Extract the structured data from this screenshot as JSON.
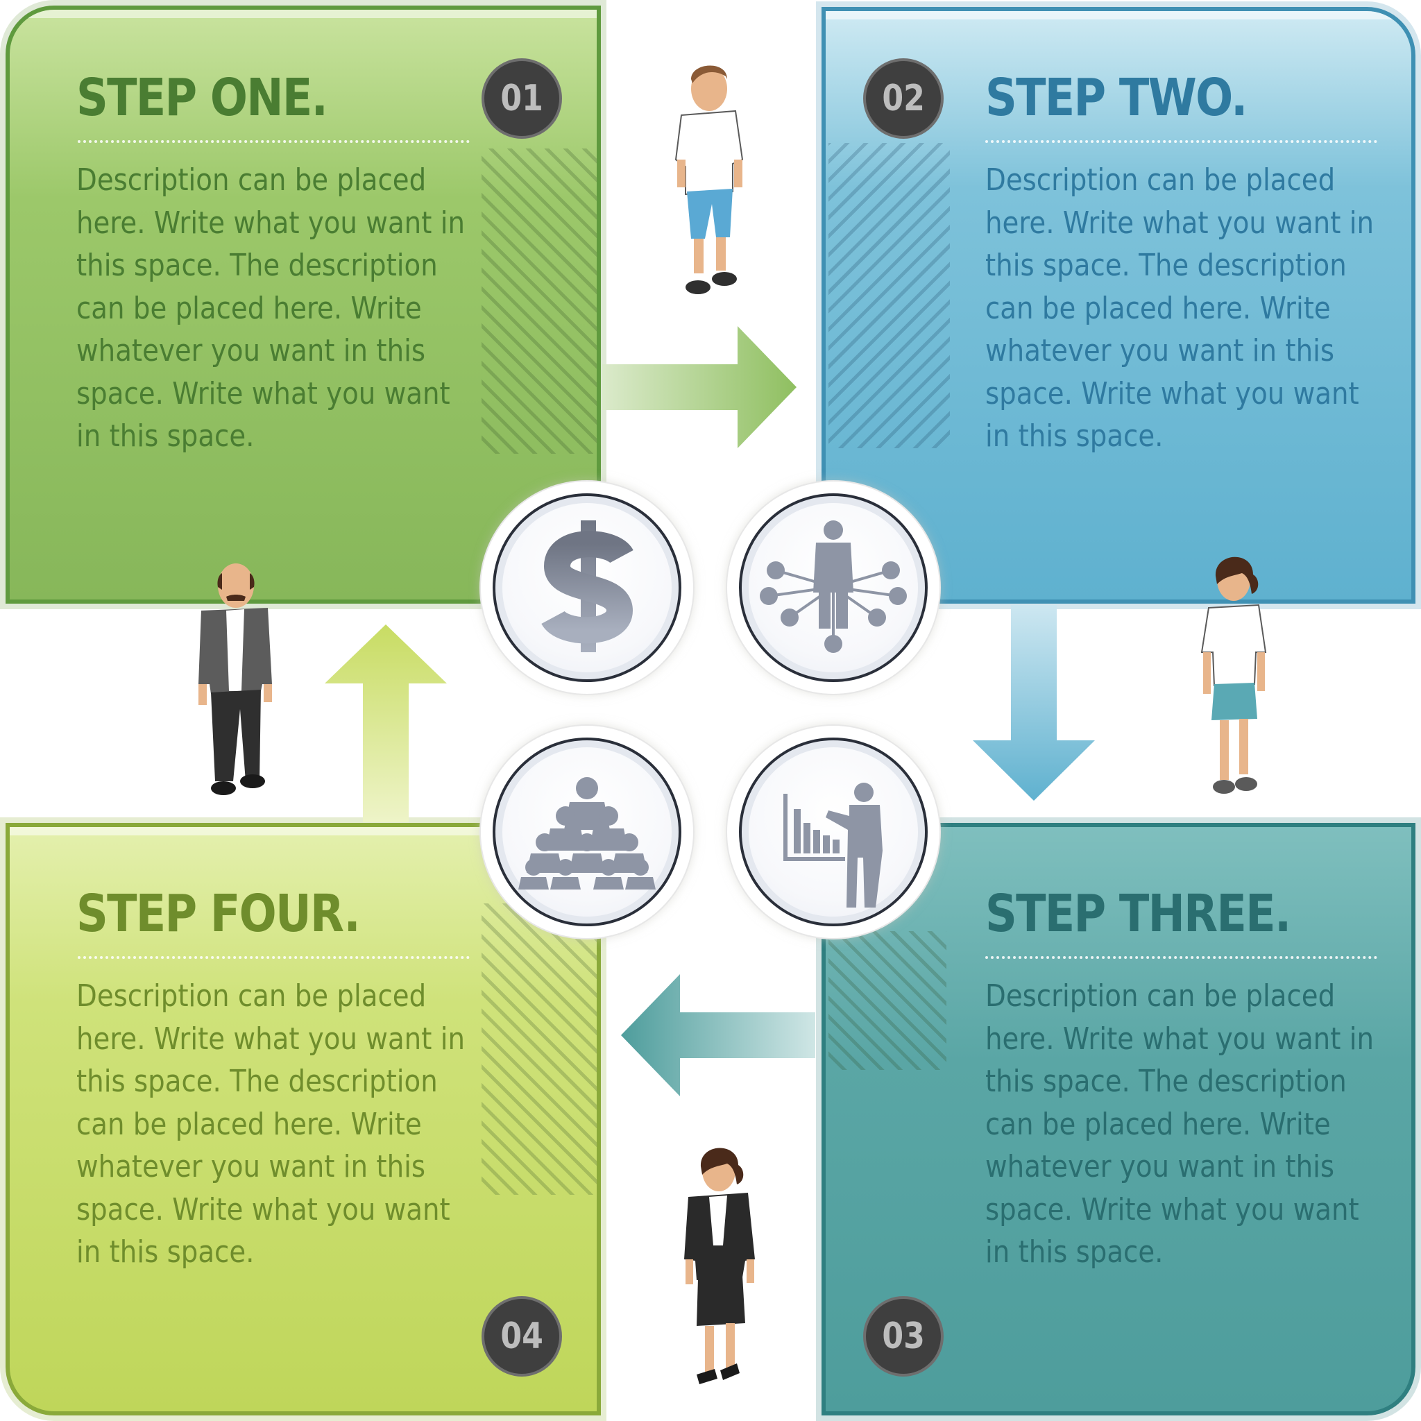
{
  "steps": [
    {
      "title": "STEP ONE.",
      "number": "01",
      "description": "Description can be placed here. Write what you want in this space. The description can be placed here. Write whatever you want in this space. Write what you want in this space.",
      "color": "#4a7d32"
    },
    {
      "title": "STEP TWO.",
      "number": "02",
      "description": "Description can be placed here. Write what you want in this space. The description can be placed here. Write whatever you want in this space. Write what you want in this space.",
      "color": "#2f7aa0"
    },
    {
      "title": "STEP THREE.",
      "number": "03",
      "description": "Description can be placed here. Write what you want in this space. The description can be placed here. Write whatever you want in this space. Write what you want in this space.",
      "color": "#2a6e70"
    },
    {
      "title": "STEP FOUR.",
      "number": "04",
      "description": "Description can be placed here. Write what you want in this space. The description can be placed here. Write whatever you want in this space. Write what you want in this space.",
      "color": "#6f8d2c"
    }
  ],
  "icons": [
    "dollar-icon",
    "network-icon",
    "presentation-icon",
    "team-icon"
  ],
  "colors": {
    "green": "#8fbf60",
    "blue": "#5fb1cf",
    "teal": "#4e9d9c",
    "lime": "#c8dc63"
  }
}
